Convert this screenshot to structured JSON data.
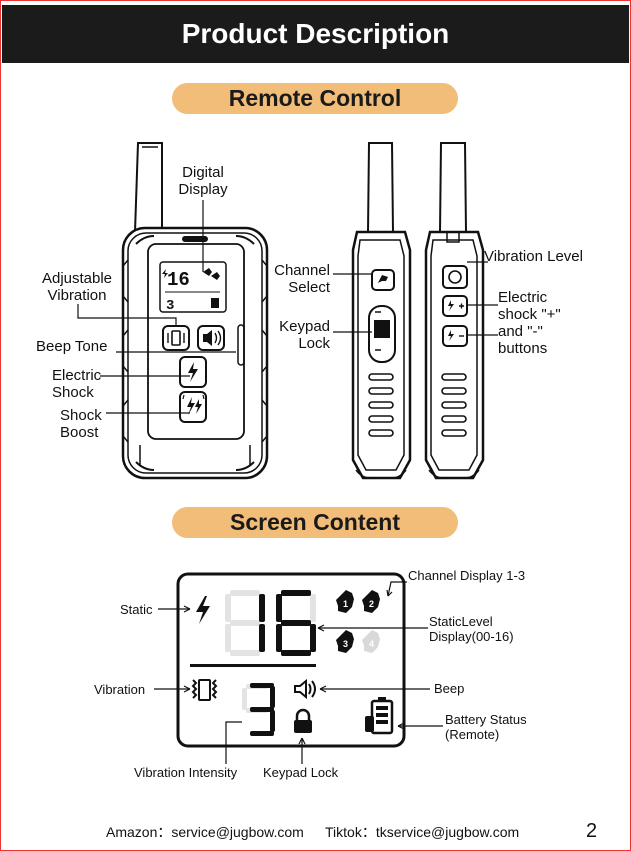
{
  "header": {
    "title": "Product Description"
  },
  "sections": {
    "remote": "Remote Control",
    "screen": "Screen Content"
  },
  "remote_labels": {
    "digital_display": "Digital\nDisplay",
    "adjustable_vibration": "Adjustable\nVibration",
    "beep_tone": "Beep Tone",
    "electric_shock": "Electric\nShock",
    "shock_boost": "Shock\nBoost",
    "channel_select": "Channel\nSelect",
    "keypad_lock": "Keypad\nLock",
    "vibration_level": "Vibration Level",
    "electric_shock_buttons": "Electric\nshock \"+\"\nand \"-\"\nbuttons"
  },
  "screen_labels": {
    "static": "Static",
    "vibration": "Vibration",
    "vibration_intensity": "Vibration Intensity",
    "keypad_lock": "Keypad Lock",
    "channel_display": "Channel Display 1-3",
    "static_level": "StaticLevel\nDisplay(00-16)",
    "beep": "Beep",
    "battery_status": "Battery Status\n(Remote)"
  },
  "display_values": {
    "static_level": "16",
    "vibration_level": "3",
    "channels": [
      "1",
      "2",
      "3",
      "4"
    ]
  },
  "footer": {
    "amazon": "Amazon：service@jugbow.com",
    "tiktok": "Tiktok：tkservice@jugbow.com",
    "page": "2"
  }
}
